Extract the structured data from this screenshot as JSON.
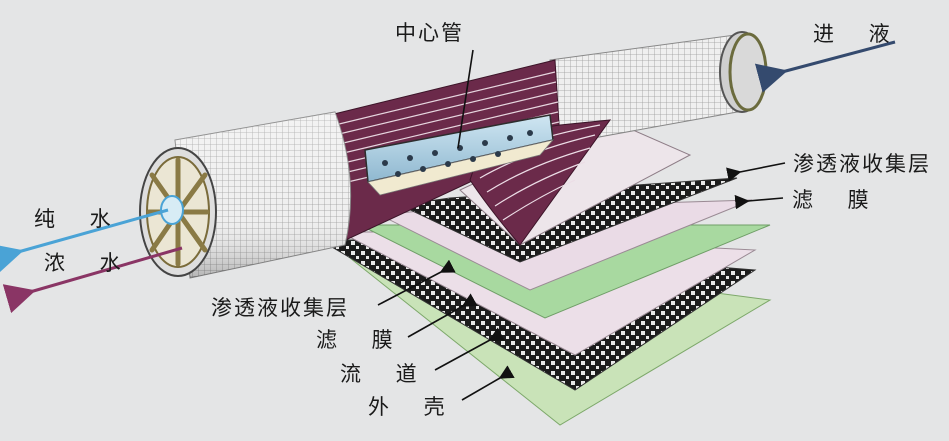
{
  "labels": {
    "center_tube": "中心管",
    "feed_in": "进 液",
    "pure_water": "纯 水",
    "concentrate": "浓 水",
    "permeate_collector_right": "渗透液收集层",
    "membrane_right": "滤 膜",
    "permeate_collector_left": "渗透液收集层",
    "membrane_left": "滤 膜",
    "flow_channel": "流 道",
    "outer_shell": "外 壳"
  },
  "colors": {
    "background": "#e4e5e6",
    "pure_water_arrow": "#4aa3d6",
    "concentrate_arrow": "#8a3565",
    "feed_arrow": "#344a6e",
    "membrane_wrap": "#6b2a4a",
    "green_layer": "#a8d9a0",
    "pink_layer": "#eadbe6"
  }
}
